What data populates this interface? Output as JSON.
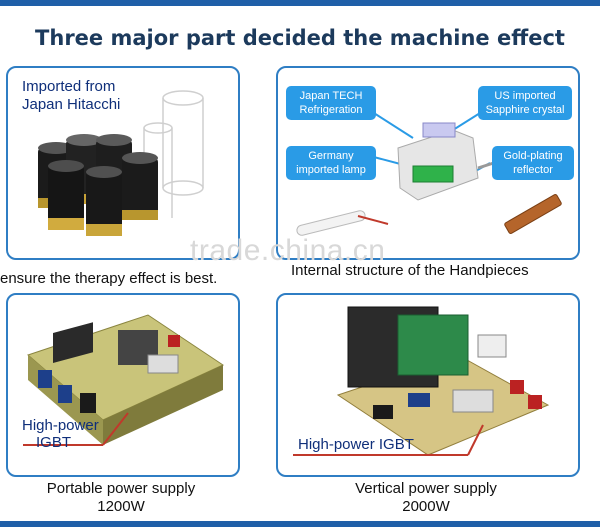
{
  "title": "Three major part decided the machine effect",
  "panel1": {
    "label_line1": "Imported from",
    "label_line2": "Japan Hitacchi"
  },
  "panel2": {
    "callouts": [
      "Japan TECH Refrigeration",
      "US imported Sapphire crystal",
      "Germany imported lamp",
      "Gold-plating reflector"
    ]
  },
  "captions": {
    "left": "ensure the therapy effect is best.",
    "right": "Internal structure of the Handpieces"
  },
  "watermark": "trade.china.cn",
  "panel3": {
    "igbt_line1": "High-power",
    "igbt_line2": "IGBT"
  },
  "panel4": {
    "igbt": "High-power IGBT"
  },
  "bottom": {
    "left_line1": "Portable power supply",
    "left_line2": "1200W",
    "right_line1": "Vertical power supply",
    "right_line2": "2000W"
  },
  "colors": {
    "accent": "#2f7ec4",
    "title": "#1c3a5c",
    "callout": "#2a9be6"
  }
}
